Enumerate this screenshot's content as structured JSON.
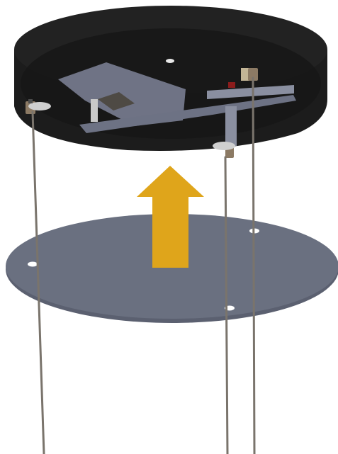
{
  "diagram": {
    "colors": {
      "canopy_body": "#1f1f1f",
      "canopy_top": "#262626",
      "mount_plate": "#6b6f80",
      "cover_plate": "#6a7080",
      "cables": "#7a746c",
      "arrow": "#dfa51b",
      "background": "#ffffff"
    },
    "components": {
      "canopy": "ceiling-canopy",
      "driver": "driver-box",
      "bracket": "mounting-bar",
      "plate": "cover-plate",
      "arrow": "up-arrow",
      "cables": "suspension-cables"
    }
  }
}
